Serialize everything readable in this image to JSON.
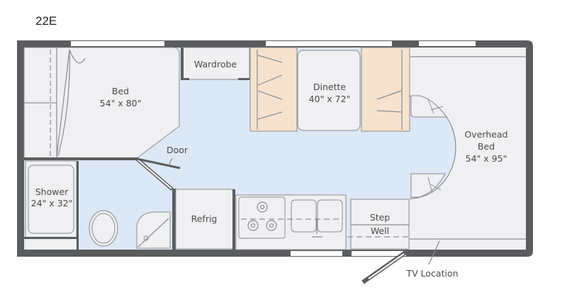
{
  "title": "22E",
  "rooms": {
    "bed": {
      "name": "Bed",
      "size": "54\" x 80\""
    },
    "wardrobe": {
      "name": "Wardrobe"
    },
    "dinette": {
      "name": "Dinette",
      "size": "40\" x 72\""
    },
    "overhead_bed": {
      "name": "Overhead",
      "name2": "Bed",
      "size": "54\" x 95\""
    },
    "door": {
      "name": "Door"
    },
    "shower": {
      "name": "Shower",
      "size": "24\" x 32\""
    },
    "refrig": {
      "name": "Refrig"
    },
    "step_well": {
      "name": "Step",
      "name2": "Well"
    },
    "tv": {
      "name": "TV Location"
    }
  },
  "colors": {
    "wall": "#5b5c5e",
    "floor": "#dce8f6",
    "furniture": "#f0f0f2",
    "seat": "#f7e2cd"
  }
}
